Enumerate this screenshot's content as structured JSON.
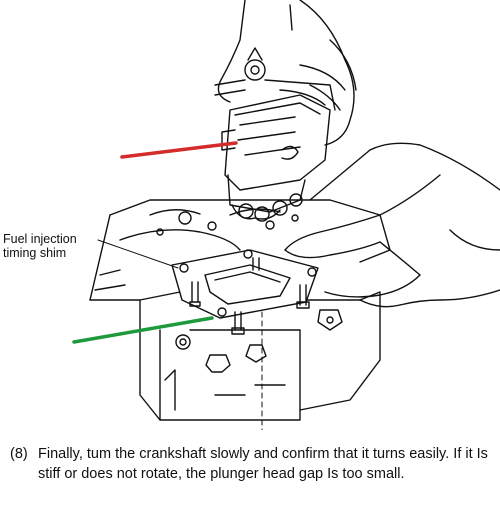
{
  "callouts": {
    "shim_label_line1": "Fuel injection",
    "shim_label_line2": "timing shim"
  },
  "caption": {
    "step": "(8)",
    "text": "Finally, tum the crankshaft slowly and confirm that it turns easily. If it Is stiff or does not rotate, the plunger head gap Is too small."
  },
  "colors": {
    "arrow_top": "#d42b2b",
    "arrow_bottom": "#1e9a3c",
    "ink": "#111111"
  },
  "icons": [
    "hand-illustration",
    "injection-pump",
    "timing-shim",
    "engine-block"
  ]
}
